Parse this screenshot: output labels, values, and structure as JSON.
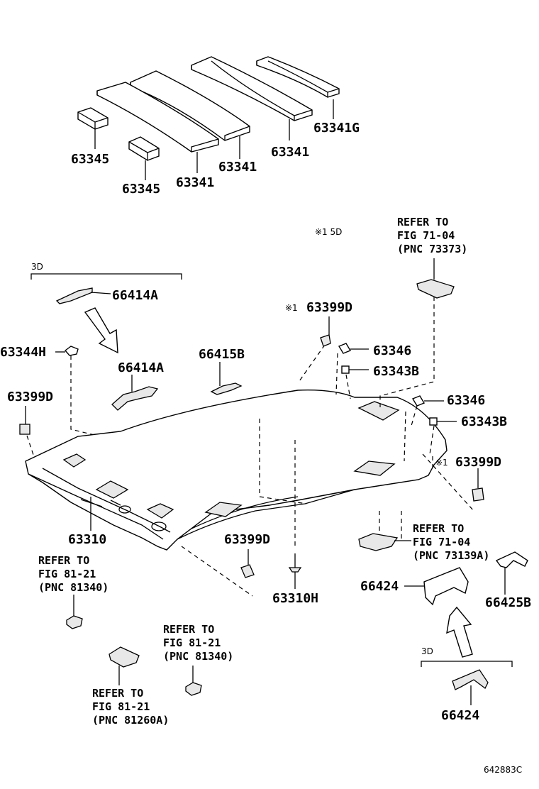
{
  "parts": {
    "p63341g": "63341G",
    "p63341_a": "63341",
    "p63341_b": "63341",
    "p63341_c": "63341",
    "p63345_a": "63345",
    "p63345_b": "63345",
    "p66414a_top": "66414A",
    "p66414a_mid": "66414A",
    "p63344h": "63344H",
    "p66415b": "66415B",
    "p63399d_top": "63399D",
    "p63399d_left": "63399D",
    "p63399d_right": "63399D",
    "p63399d_bottom": "63399D",
    "p63346_a": "63346",
    "p63346_b": "63346",
    "p63343b_a": "63343B",
    "p63343b_b": "63343B",
    "p63310": "63310",
    "p63310h": "63310H",
    "p66424_a": "66424",
    "p66424_b": "66424",
    "p66425b": "66425B"
  },
  "markers": {
    "note_top": "※1 5D",
    "mark_63399d_top": "※1",
    "mark_63399d_right": "※1",
    "bracket_left": "3D",
    "bracket_right": "3D"
  },
  "refs": {
    "r1": {
      "line1": "REFER TO",
      "line2": "FIG 71-04",
      "line3": "(PNC 73373)"
    },
    "r2": {
      "line1": "REFER TO",
      "line2": "FIG 71-04",
      "line3": "(PNC 73139A)"
    },
    "r3": {
      "line1": "REFER TO",
      "line2": "FIG 81-21",
      "line3": "(PNC 81340)"
    },
    "r4": {
      "line1": "REFER TO",
      "line2": "FIG 81-21",
      "line3": "(PNC 81340)"
    },
    "r5": {
      "line1": "REFER TO",
      "line2": "FIG 81-21",
      "line3": "(PNC 81260A)"
    }
  },
  "diagram_id": "642883C"
}
